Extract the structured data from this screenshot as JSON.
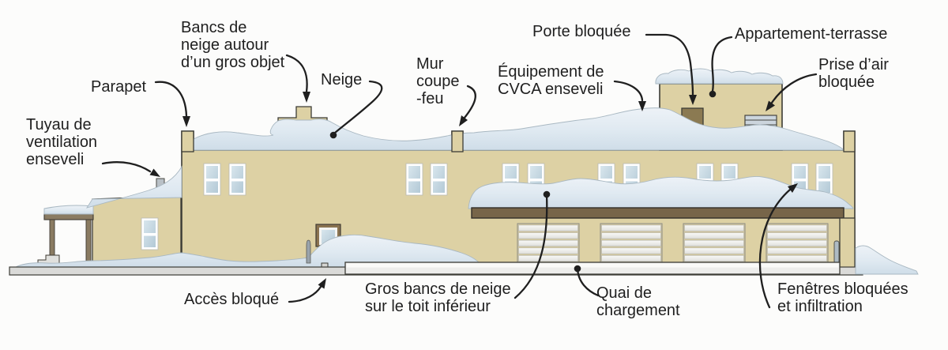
{
  "labels": {
    "tuyau": "Tuyau de\nventilation\nenseveli",
    "parapet": "Parapet",
    "bancs": "Bancs de\nneige autour\nd’un gros objet",
    "neige": "Neige",
    "mur": "Mur\ncoupe\n-feu",
    "equipement": "Équipement de\nCVCA enseveli",
    "porte": "Porte bloquée",
    "appartement": "Appartement-terrasse",
    "prise": "Prise d’air\nbloquée",
    "acces": "Accès bloqué",
    "gros": "Gros bancs de neige\nsur le toit inférieur",
    "quai": "Quai de\nchargement",
    "fenetres": "Fenêtres bloquées\net infiltration"
  },
  "colors": {
    "bg": "#fcfcfb",
    "wall": "#ddd1a4",
    "outline": "#3c3c36",
    "snowlight": "#e8eff5",
    "snowshade": "#cfdde8",
    "snowedge": "#a9b8c2",
    "beam": "#776549",
    "doorbrown": "#8b7a52",
    "framebrown": "#8a7350",
    "porch": "#8a7b62",
    "ground": "#dadad8",
    "platform": "#ededeb",
    "glass": "#c8dae4",
    "metal": "#b9c0c6",
    "grille": "#d7dce1",
    "ink": "#1f1f1f"
  }
}
